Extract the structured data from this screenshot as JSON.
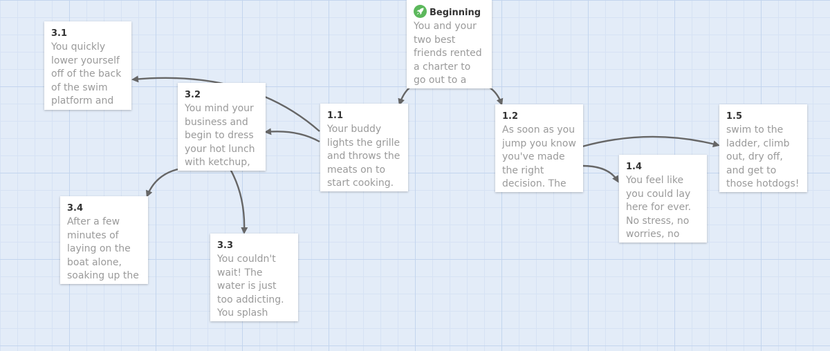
{
  "passages": {
    "beginning": {
      "title": "Beginning",
      "excerpt": "You and your two best friends rented a charter to go out to a private",
      "icon": "rocket-icon"
    },
    "p3_1": {
      "title": "3.1",
      "excerpt": "You quickly lower yourself off of the back of the swim platform and"
    },
    "p3_2": {
      "title": "3.2",
      "excerpt": "You mind your business and begin to dress your hot lunch with ketchup,"
    },
    "p1_1": {
      "title": "1.1",
      "excerpt": "Your buddy lights the grille and throws the meats on to start cooking."
    },
    "p1_2": {
      "title": "1.2",
      "excerpt": "As soon as you jump you know you've made the right decision. The"
    },
    "p1_5": {
      "title": "1.5",
      "excerpt": "swim to the ladder, climb out, dry off, and get to those hotdogs! (click-"
    },
    "p1_4": {
      "title": "1.4",
      "excerpt": "You feel like you could lay here for ever. No stress, no worries, no"
    },
    "p3_4": {
      "title": "3.4",
      "excerpt": "After a few minutes of laying on the boat alone, soaking up the"
    },
    "p3_3": {
      "title": "3.3",
      "excerpt": "You couldn't wait! The water is just too addicting. You splash around"
    }
  },
  "colors": {
    "start": "#5cb85c",
    "link": "#666666",
    "grid": "#c3d5ee"
  }
}
